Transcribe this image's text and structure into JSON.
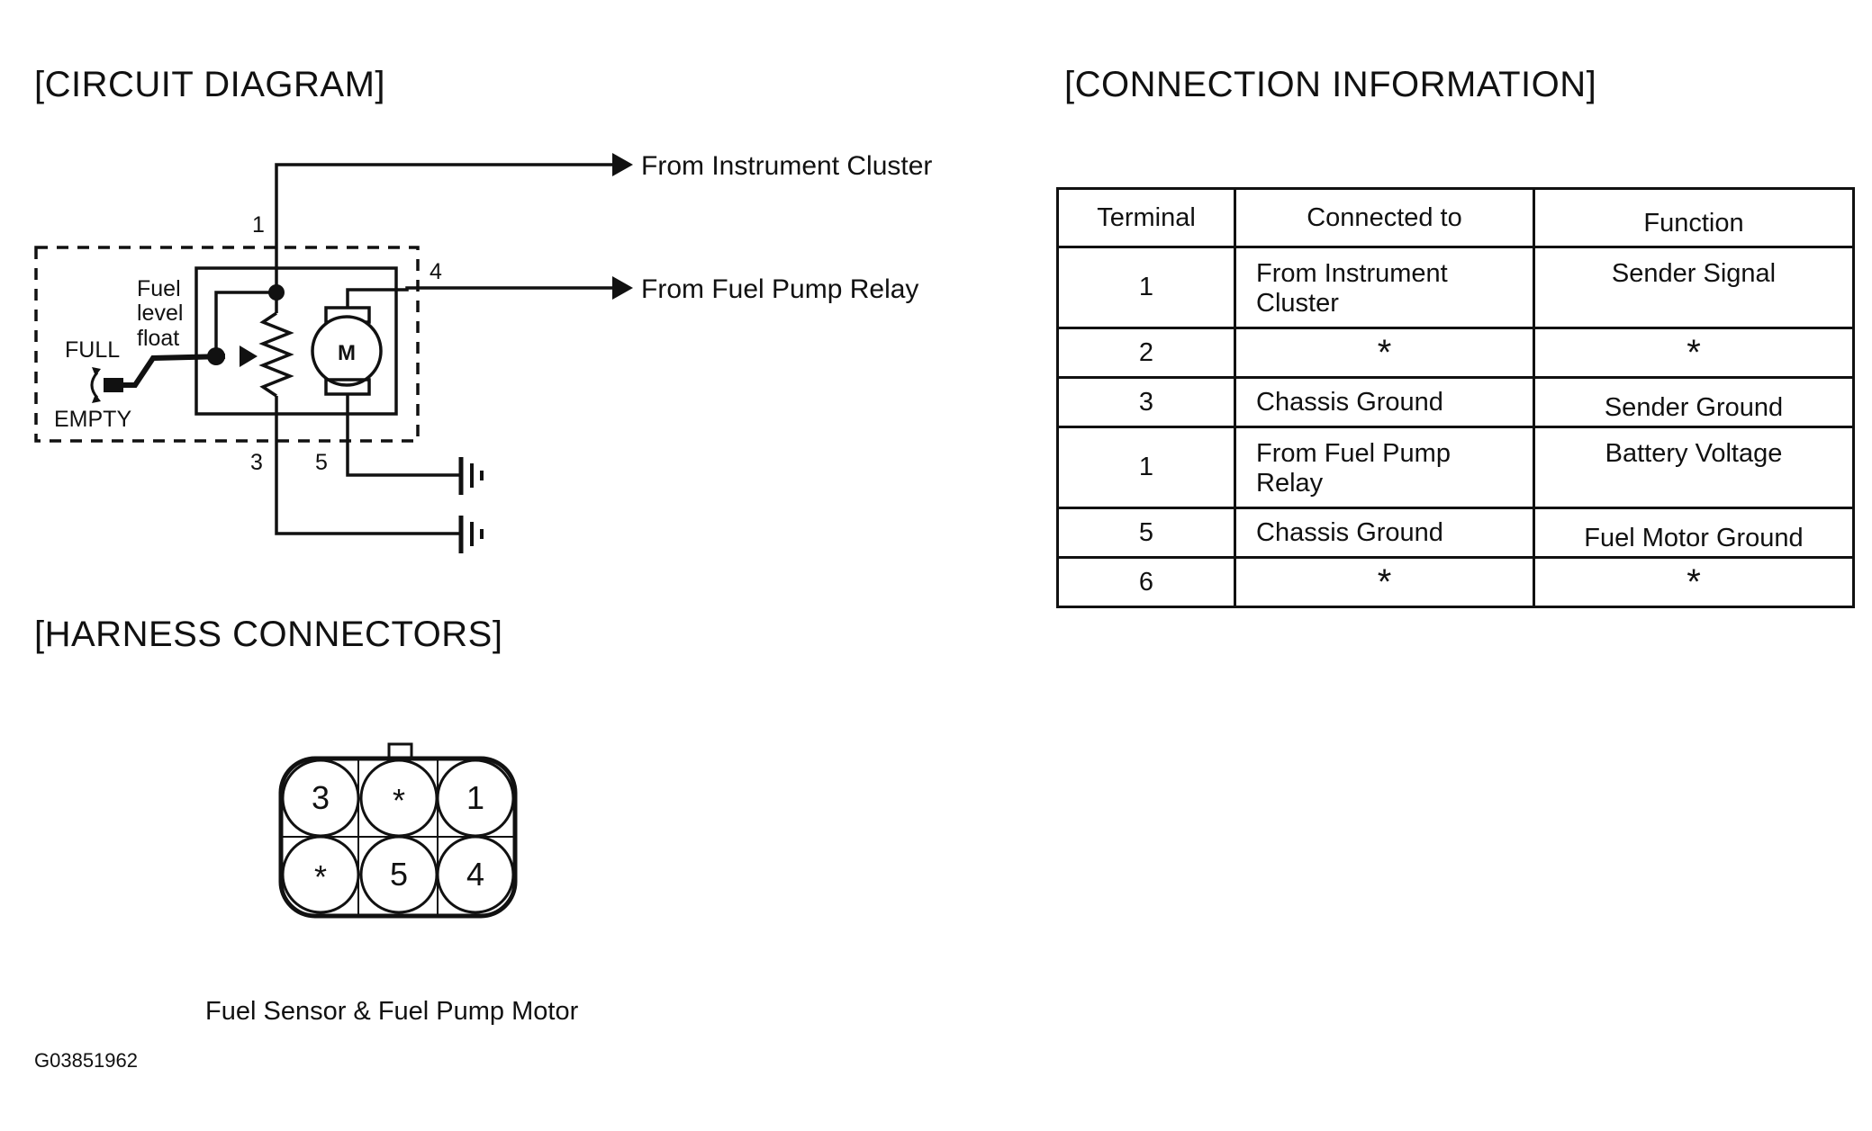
{
  "headings": {
    "circuit": "[CIRCUIT DIAGRAM]",
    "connection": "[CONNECTION INFORMATION]",
    "harness": "[HARNESS CONNECTORS]"
  },
  "circuit": {
    "labels": {
      "from_cluster": "From Instrument Cluster",
      "from_relay": "From Fuel Pump Relay",
      "fuel": "Fuel",
      "level": "level",
      "float": "float",
      "full": "FULL",
      "empty": "EMPTY",
      "motor": "M",
      "pin1": "1",
      "pin3": "3",
      "pin4": "4",
      "pin5": "5"
    }
  },
  "table": {
    "headers": [
      "Terminal",
      "Connected to",
      "Function"
    ],
    "rows": [
      {
        "terminal": "1",
        "connected_line1": "From Instrument",
        "connected_line2": "Cluster",
        "function": "Sender Signal"
      },
      {
        "terminal": "2",
        "connected": "*",
        "function": "*"
      },
      {
        "terminal": "3",
        "connected": "Chassis Ground",
        "function": "Sender Ground"
      },
      {
        "terminal": "1",
        "connected_line1": "From Fuel Pump",
        "connected_line2": "Relay",
        "function": "Battery Voltage"
      },
      {
        "terminal": "5",
        "connected": "Chassis Ground",
        "function": "Fuel Motor Ground"
      },
      {
        "terminal": "6",
        "connected": "*",
        "function": "*"
      }
    ]
  },
  "connector": {
    "pins_top": [
      "3",
      "*",
      "1"
    ],
    "pins_bottom": [
      "*",
      "5",
      "4"
    ],
    "caption": "Fuel Sensor & Fuel Pump Motor"
  },
  "figure_id": "G03851962"
}
